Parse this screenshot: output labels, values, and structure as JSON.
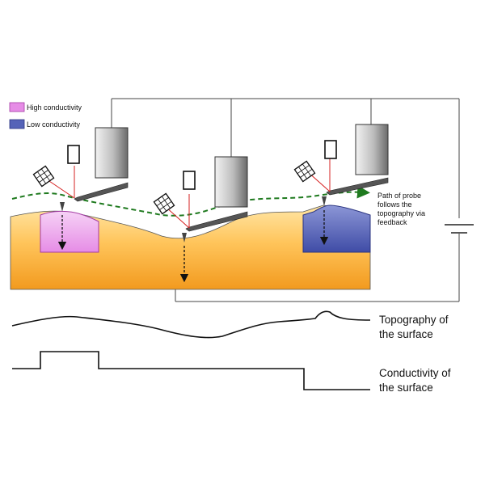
{
  "legend": {
    "items": [
      {
        "label": "High conductivity",
        "color": "#e68ce6"
      },
      {
        "label": "Low conductivity",
        "color": "#5563b8"
      }
    ]
  },
  "annotation": {
    "lines": [
      "Path of probe",
      "follows the",
      "topography via",
      "feedback"
    ]
  },
  "signals": {
    "topography": {
      "lines": [
        "Topography of",
        "the surface"
      ]
    },
    "conductivity": {
      "lines": [
        "Conductivity of",
        "the surface"
      ]
    }
  },
  "colors": {
    "substrate_top": "#ffe6a6",
    "substrate_bottom": "#f29a1e",
    "high_conductivity": "#e68ce6",
    "low_conductivity": "#5563b8",
    "laser": "#d62020",
    "probe_path": "#1f7a1f"
  }
}
